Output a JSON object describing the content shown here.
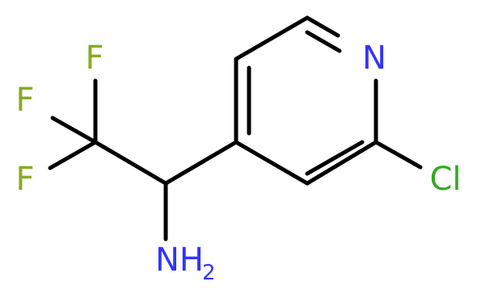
{
  "molecule": {
    "atoms": {
      "n": {
        "symbol": "N",
        "color": "#3333ff"
      },
      "cl": {
        "symbol": "Cl",
        "color": "#33aa22"
      },
      "f1": {
        "symbol": "F",
        "color": "#88aa22"
      },
      "f2": {
        "symbol": "F",
        "color": "#88aa22"
      },
      "f3": {
        "symbol": "F",
        "color": "#88aa22"
      },
      "amine": {
        "symbol": "NH",
        "subscript": "2",
        "color": "#3333ff"
      }
    }
  }
}
